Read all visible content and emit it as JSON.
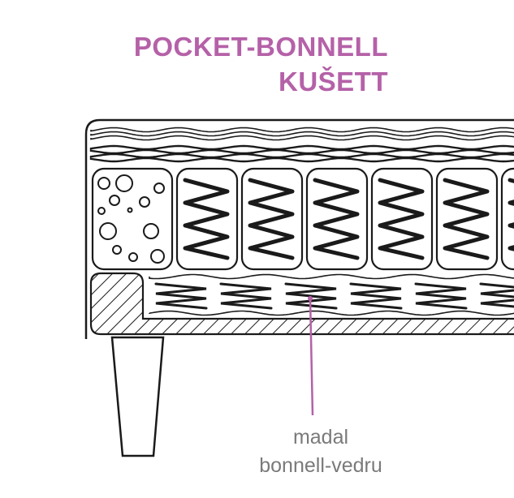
{
  "title": {
    "line1": "POCKET-BONNELL",
    "line2": "KUŠETT"
  },
  "callout": {
    "line1": "madal",
    "line2": "bonnell-vedru"
  },
  "colors": {
    "accent": "#b561a8",
    "ink": "#1a1a1a",
    "label": "#7a7a7a"
  }
}
